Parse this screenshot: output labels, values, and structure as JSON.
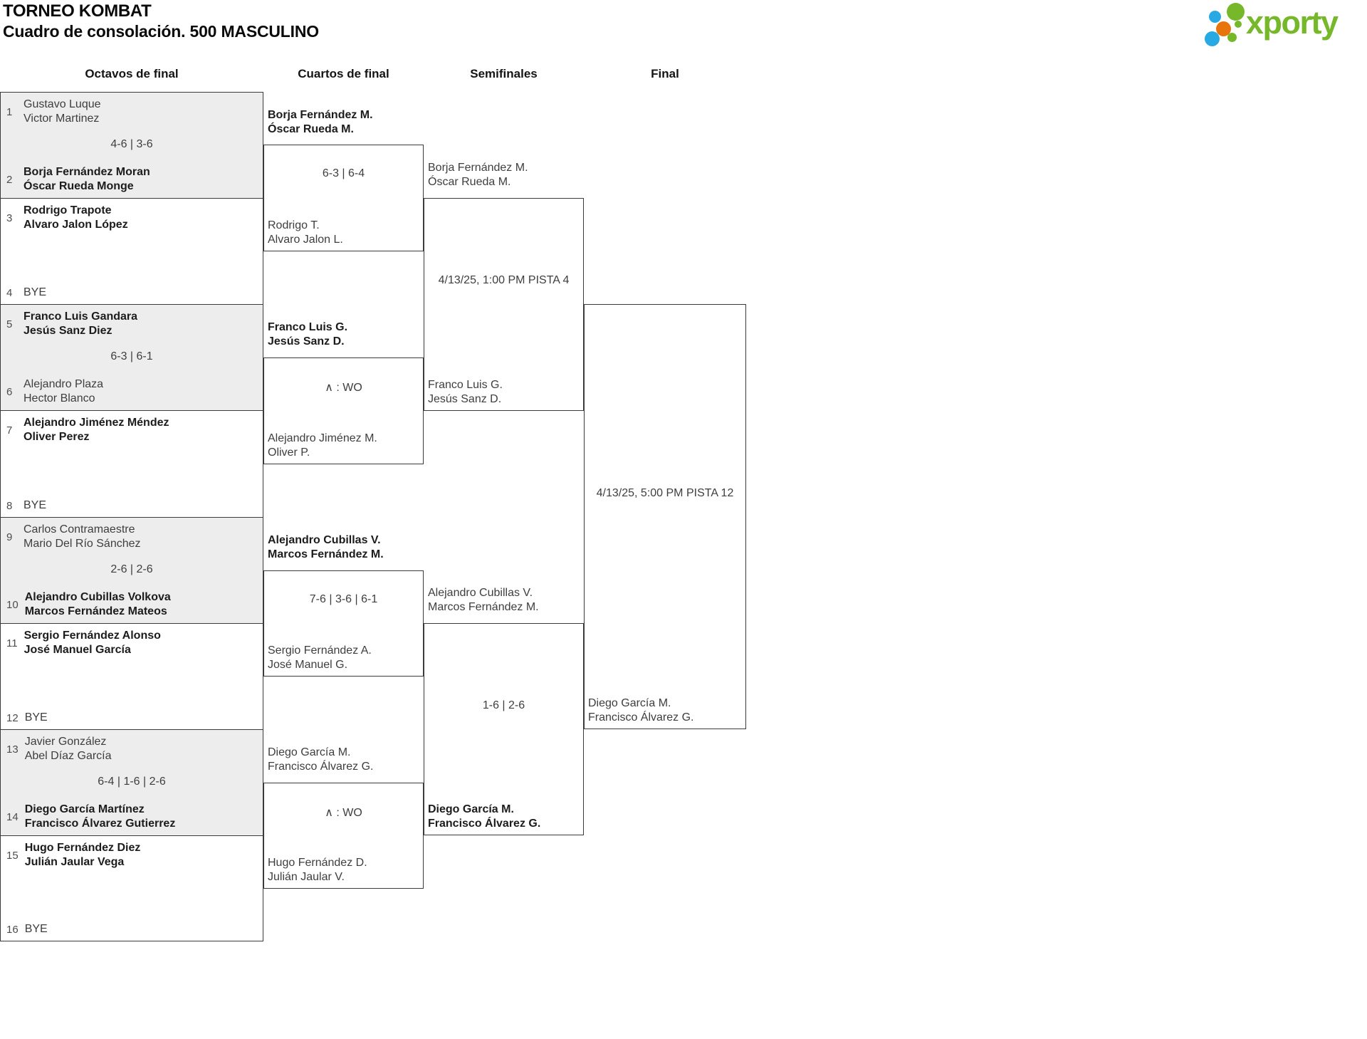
{
  "header": {
    "title": "TORNEO KOMBAT",
    "subtitle": "Cuadro de consolación. 500 MASCULINO"
  },
  "logo": {
    "text": "xporty"
  },
  "colors": {
    "logo_green": "#76b82a",
    "logo_blue": "#29a9e1",
    "logo_orange": "#e8740c",
    "shade_fill": "#ededed",
    "border": "#3b3b3b"
  },
  "rounds": [
    "Octavos de final",
    "Cuartos de final",
    "Semifinales",
    "Final"
  ],
  "bracket": {
    "octavos": [
      {
        "top_seed": "1",
        "top": [
          "Gustavo Luque",
          "Victor Martinez"
        ],
        "score": "4-6 | 3-6",
        "bottom_seed": "2",
        "bottom": [
          "Borja Fernández Moran",
          "Óscar Rueda Monge"
        ]
      },
      {
        "top_seed": "3",
        "top": [
          "Rodrigo Trapote",
          "Alvaro Jalon López"
        ],
        "score": "",
        "bottom_seed": "4",
        "bottom": [
          "BYE"
        ]
      },
      {
        "top_seed": "5",
        "top": [
          "Franco Luis Gandara",
          "Jesús Sanz Diez"
        ],
        "score": "6-3 | 6-1",
        "bottom_seed": "6",
        "bottom": [
          "Alejandro Plaza",
          "Hector Blanco"
        ]
      },
      {
        "top_seed": "7",
        "top": [
          "Alejandro Jiménez Méndez",
          "Oliver Perez"
        ],
        "score": "",
        "bottom_seed": "8",
        "bottom": [
          "BYE"
        ]
      },
      {
        "top_seed": "9",
        "top": [
          "Carlos Contramaestre",
          "Mario Del Río Sánchez"
        ],
        "score": "2-6 | 2-6",
        "bottom_seed": "10",
        "bottom": [
          "Alejandro Cubillas Volkova",
          "Marcos Fernández Mateos"
        ]
      },
      {
        "top_seed": "11",
        "top": [
          "Sergio Fernández Alonso",
          "José Manuel García"
        ],
        "score": "",
        "bottom_seed": "12",
        "bottom": [
          "BYE"
        ]
      },
      {
        "top_seed": "13",
        "top": [
          "Javier González",
          "Abel Díaz García"
        ],
        "score": "6-4 | 1-6 | 2-6",
        "bottom_seed": "14",
        "bottom": [
          "Diego García Martínez",
          "Francisco Álvarez Gutierrez"
        ]
      },
      {
        "top_seed": "15",
        "top": [
          "Hugo Fernández Diez",
          "Julián Jaular Vega"
        ],
        "score": "",
        "bottom_seed": "16",
        "bottom": [
          "BYE"
        ]
      }
    ],
    "cuartos": [
      {
        "top": [
          "Borja Fernández M.",
          "Óscar Rueda M."
        ],
        "score": "6-3 | 6-4",
        "bottom": [
          "Rodrigo T.",
          "Alvaro Jalon L."
        ]
      },
      {
        "top": [
          "Franco Luis G.",
          "Jesús Sanz D."
        ],
        "score": "∧ : WO",
        "bottom": [
          "Alejandro Jiménez M.",
          "Oliver P."
        ]
      },
      {
        "top": [
          "Alejandro Cubillas V.",
          "Marcos Fernández M."
        ],
        "score": "7-6 | 3-6 | 6-1",
        "bottom": [
          "Sergio Fernández A.",
          "José Manuel G."
        ]
      },
      {
        "top": [
          "Diego García M.",
          "Francisco Álvarez G."
        ],
        "score": "∧ : WO",
        "bottom": [
          "Hugo Fernández D.",
          "Julián Jaular V."
        ]
      }
    ],
    "semifinales": [
      {
        "top": [
          "Borja Fernández M.",
          "Óscar Rueda M."
        ],
        "score": "4/13/25, 1:00 PM PISTA 4",
        "bottom": [
          "Franco Luis G.",
          "Jesús Sanz D."
        ]
      },
      {
        "top": [
          "Alejandro Cubillas V.",
          "Marcos Fernández M."
        ],
        "score": "1-6 | 2-6",
        "bottom": [
          "Diego García M.",
          "Francisco Álvarez G."
        ]
      }
    ],
    "final": {
      "score": "4/13/25, 5:00 PM PISTA 12",
      "bottom": [
        "Diego García M.",
        "Francisco Álvarez G."
      ]
    }
  }
}
